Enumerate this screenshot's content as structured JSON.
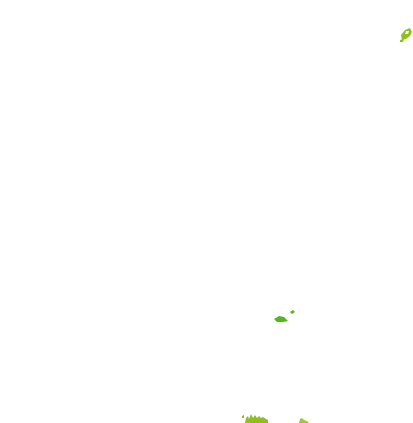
{
  "background_color": "#ffffff",
  "fragments": [
    {
      "name": "leaf-fragment-top-right",
      "color": "#8fc21f"
    },
    {
      "name": "leaf-fragment-middle-right",
      "color": "#52b81c"
    },
    {
      "name": "grass-fragment-bottom",
      "color": "#8ebf1d"
    },
    {
      "name": "grass-fragment-bottom-small",
      "color": "#9ccc2c"
    }
  ]
}
